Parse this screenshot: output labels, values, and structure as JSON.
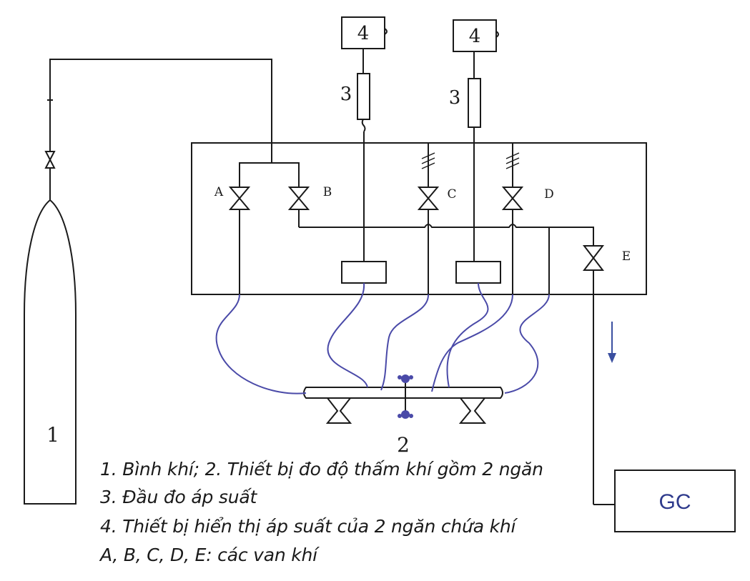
{
  "labels": {
    "cylinder": "1",
    "permeation_cell": "2",
    "sensor_left": "3",
    "sensor_right": "3",
    "display_left": "4",
    "display_right": "4",
    "valve_a": "A",
    "valve_b": "B",
    "valve_c": "C",
    "valve_d": "D",
    "valve_e": "E",
    "gc": "GC"
  },
  "legend": [
    "1. Bình khí; 2. Thiết bị đo độ thấm khí gồm 2 ngăn",
    "3. Đầu đo áp suất",
    "4. Thiết bị hiển thị áp suất của 2 ngăn chứa khí",
    "A, B, C, D, E: các van khí"
  ],
  "colors": {
    "line": "#1a1a1a",
    "tubing": "#4a4aa8",
    "gc_text": "#2e3a8c",
    "flow_arrow": "#3a4fa0"
  }
}
